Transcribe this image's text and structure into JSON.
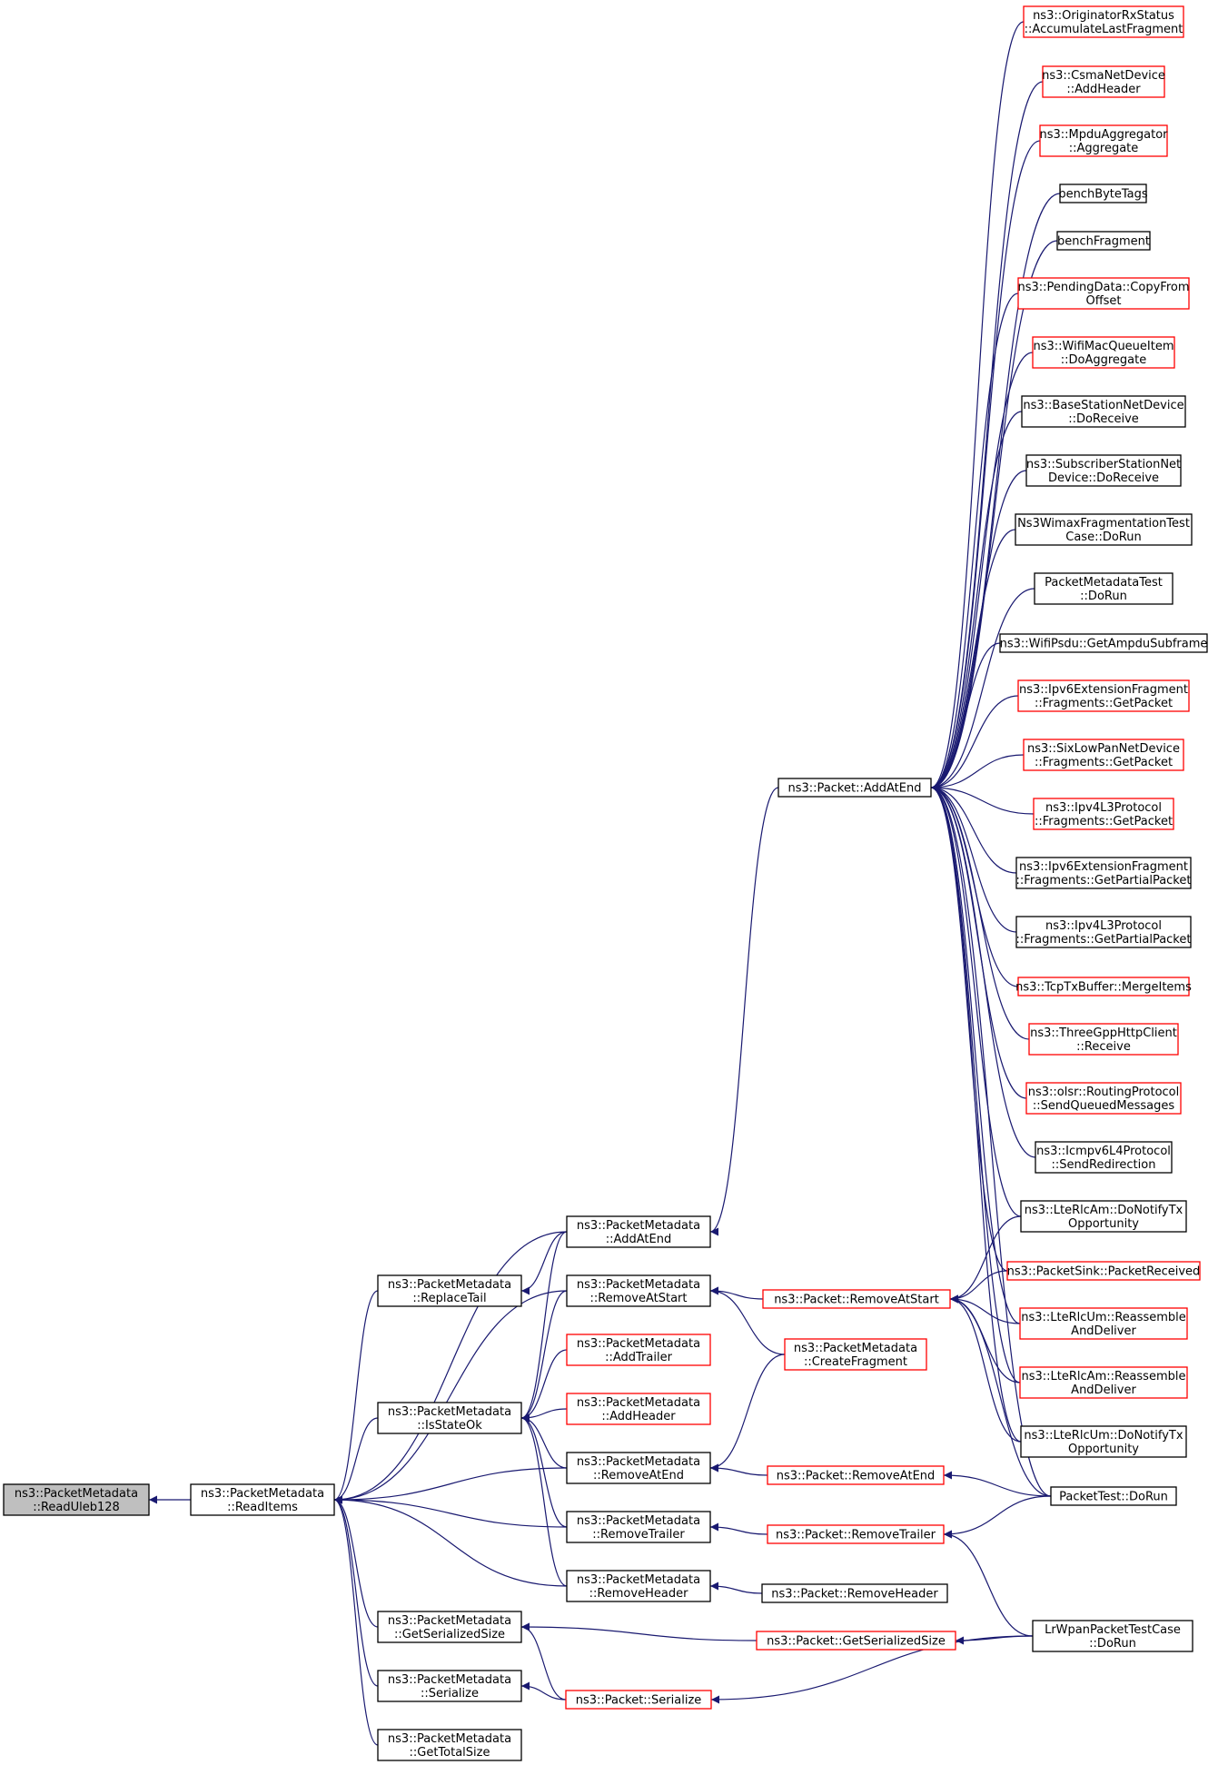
{
  "nodes": [
    {
      "id": "root",
      "lines": [
        "ns3::PacketMetadata",
        "::ReadUleb128"
      ],
      "style": "root"
    },
    {
      "id": "readItems",
      "lines": [
        "ns3::PacketMetadata",
        "::ReadItems"
      ],
      "style": "black"
    },
    {
      "id": "replaceTail",
      "lines": [
        "ns3::PacketMetadata",
        "::ReplaceTail"
      ],
      "style": "black"
    },
    {
      "id": "isStateOk",
      "lines": [
        "ns3::PacketMetadata",
        "::IsStateOk"
      ],
      "style": "black"
    },
    {
      "id": "getSerializedSize",
      "lines": [
        "ns3::PacketMetadata",
        "::GetSerializedSize"
      ],
      "style": "black"
    },
    {
      "id": "serialize",
      "lines": [
        "ns3::PacketMetadata",
        "::Serialize"
      ],
      "style": "black"
    },
    {
      "id": "getTotalSize",
      "lines": [
        "ns3::PacketMetadata",
        "::GetTotalSize"
      ],
      "style": "black"
    },
    {
      "id": "pmAddAtEnd",
      "lines": [
        "ns3::PacketMetadata",
        "::AddAtEnd"
      ],
      "style": "black"
    },
    {
      "id": "pmRemoveAtStart",
      "lines": [
        "ns3::PacketMetadata",
        "::RemoveAtStart"
      ],
      "style": "black"
    },
    {
      "id": "pmAddTrailer",
      "lines": [
        "ns3::PacketMetadata",
        "::AddTrailer"
      ],
      "style": "red"
    },
    {
      "id": "pmAddHeader",
      "lines": [
        "ns3::PacketMetadata",
        "::AddHeader"
      ],
      "style": "red"
    },
    {
      "id": "pmRemoveAtEnd",
      "lines": [
        "ns3::PacketMetadata",
        "::RemoveAtEnd"
      ],
      "style": "black"
    },
    {
      "id": "pmRemoveTrailer",
      "lines": [
        "ns3::PacketMetadata",
        "::RemoveTrailer"
      ],
      "style": "black"
    },
    {
      "id": "pmRemoveHeader",
      "lines": [
        "ns3::PacketMetadata",
        "::RemoveHeader"
      ],
      "style": "black"
    },
    {
      "id": "pAddAtEnd",
      "lines": [
        "ns3::Packet::AddAtEnd"
      ],
      "style": "black"
    },
    {
      "id": "pRemoveAtStart",
      "lines": [
        "ns3::Packet::RemoveAtStart"
      ],
      "style": "red"
    },
    {
      "id": "pmCreateFragment",
      "lines": [
        "ns3::PacketMetadata",
        "::CreateFragment"
      ],
      "style": "red"
    },
    {
      "id": "pRemoveAtEnd",
      "lines": [
        "ns3::Packet::RemoveAtEnd"
      ],
      "style": "red"
    },
    {
      "id": "pRemoveTrailer",
      "lines": [
        "ns3::Packet::RemoveTrailer"
      ],
      "style": "red"
    },
    {
      "id": "pRemoveHeader",
      "lines": [
        "ns3::Packet::RemoveHeader"
      ],
      "style": "black"
    },
    {
      "id": "pGetSerializedSize",
      "lines": [
        "ns3::Packet::GetSerializedSize"
      ],
      "style": "red"
    },
    {
      "id": "pSerialize",
      "lines": [
        "ns3::Packet::Serialize"
      ],
      "style": "red"
    },
    {
      "id": "c1",
      "lines": [
        "ns3::OriginatorRxStatus",
        "::AccumulateLastFragment"
      ],
      "style": "red"
    },
    {
      "id": "c2",
      "lines": [
        "ns3::CsmaNetDevice",
        "::AddHeader"
      ],
      "style": "red"
    },
    {
      "id": "c3",
      "lines": [
        "ns3::MpduAggregator",
        "::Aggregate"
      ],
      "style": "red"
    },
    {
      "id": "c4",
      "lines": [
        "benchByteTags"
      ],
      "style": "black"
    },
    {
      "id": "c5",
      "lines": [
        "benchFragment"
      ],
      "style": "black"
    },
    {
      "id": "c6",
      "lines": [
        "ns3::PendingData::CopyFrom",
        "Offset"
      ],
      "style": "red"
    },
    {
      "id": "c7",
      "lines": [
        "ns3::WifiMacQueueItem",
        "::DoAggregate"
      ],
      "style": "red"
    },
    {
      "id": "c8",
      "lines": [
        "ns3::BaseStationNetDevice",
        "::DoReceive"
      ],
      "style": "black"
    },
    {
      "id": "c9",
      "lines": [
        "ns3::SubscriberStationNet",
        "Device::DoReceive"
      ],
      "style": "black"
    },
    {
      "id": "c10",
      "lines": [
        "Ns3WimaxFragmentationTest",
        "Case::DoRun"
      ],
      "style": "black"
    },
    {
      "id": "c11",
      "lines": [
        "PacketMetadataTest",
        "::DoRun"
      ],
      "style": "black"
    },
    {
      "id": "c12",
      "lines": [
        "ns3::WifiPsdu::GetAmpduSubframe"
      ],
      "style": "black"
    },
    {
      "id": "c13",
      "lines": [
        "ns3::Ipv6ExtensionFragment",
        "::Fragments::GetPacket"
      ],
      "style": "red"
    },
    {
      "id": "c14",
      "lines": [
        "ns3::SixLowPanNetDevice",
        "::Fragments::GetPacket"
      ],
      "style": "red"
    },
    {
      "id": "c15",
      "lines": [
        "ns3::Ipv4L3Protocol",
        "::Fragments::GetPacket"
      ],
      "style": "red"
    },
    {
      "id": "c16",
      "lines": [
        "ns3::Ipv6ExtensionFragment",
        "::Fragments::GetPartialPacket"
      ],
      "style": "black"
    },
    {
      "id": "c17",
      "lines": [
        "ns3::Ipv4L3Protocol",
        "::Fragments::GetPartialPacket"
      ],
      "style": "black"
    },
    {
      "id": "c18",
      "lines": [
        "ns3::TcpTxBuffer::MergeItems"
      ],
      "style": "red"
    },
    {
      "id": "c19",
      "lines": [
        "ns3::ThreeGppHttpClient",
        "::Receive"
      ],
      "style": "red"
    },
    {
      "id": "c20",
      "lines": [
        "ns3::olsr::RoutingProtocol",
        "::SendQueuedMessages"
      ],
      "style": "red"
    },
    {
      "id": "c21",
      "lines": [
        "ns3::Icmpv6L4Protocol",
        "::SendRedirection"
      ],
      "style": "black"
    },
    {
      "id": "c22",
      "lines": [
        "ns3::LteRlcAm::DoNotifyTx",
        "Opportunity"
      ],
      "style": "black"
    },
    {
      "id": "c23",
      "lines": [
        "ns3::PacketSink::PacketReceived"
      ],
      "style": "red"
    },
    {
      "id": "c24",
      "lines": [
        "ns3::LteRlcUm::Reassemble",
        "AndDeliver"
      ],
      "style": "red"
    },
    {
      "id": "c25",
      "lines": [
        "ns3::LteRlcAm::Reassemble",
        "AndDeliver"
      ],
      "style": "red"
    },
    {
      "id": "c26",
      "lines": [
        "ns3::LteRlcUm::DoNotifyTx",
        "Opportunity"
      ],
      "style": "black"
    },
    {
      "id": "packetTest",
      "lines": [
        "PacketTest::DoRun"
      ],
      "style": "black"
    },
    {
      "id": "lrwpan",
      "lines": [
        "LrWpanPacketTestCase",
        "::DoRun"
      ],
      "style": "black"
    }
  ],
  "edges": [
    [
      "readItems",
      "root"
    ],
    [
      "replaceTail",
      "readItems"
    ],
    [
      "isStateOk",
      "readItems"
    ],
    [
      "getSerializedSize",
      "readItems"
    ],
    [
      "serialize",
      "readItems"
    ],
    [
      "getTotalSize",
      "readItems"
    ],
    [
      "pmAddAtEnd",
      "readItems"
    ],
    [
      "pmRemoveAtStart",
      "readItems"
    ],
    [
      "pmRemoveAtEnd",
      "readItems"
    ],
    [
      "pmRemoveTrailer",
      "readItems"
    ],
    [
      "pmRemoveHeader",
      "readItems"
    ],
    [
      "pmAddAtEnd",
      "replaceTail"
    ],
    [
      "pmAddAtEnd",
      "isStateOk"
    ],
    [
      "pmRemoveAtStart",
      "isStateOk"
    ],
    [
      "pmAddTrailer",
      "isStateOk"
    ],
    [
      "pmAddHeader",
      "isStateOk"
    ],
    [
      "pmRemoveAtEnd",
      "isStateOk"
    ],
    [
      "pmRemoveTrailer",
      "isStateOk"
    ],
    [
      "pmRemoveHeader",
      "isStateOk"
    ],
    [
      "pAddAtEnd",
      "pmAddAtEnd"
    ],
    [
      "pRemoveAtStart",
      "pmRemoveAtStart"
    ],
    [
      "pmCreateFragment",
      "pmRemoveAtStart"
    ],
    [
      "pmCreateFragment",
      "pmRemoveAtEnd"
    ],
    [
      "pRemoveAtEnd",
      "pmRemoveAtEnd"
    ],
    [
      "pRemoveTrailer",
      "pmRemoveTrailer"
    ],
    [
      "pRemoveHeader",
      "pmRemoveHeader"
    ],
    [
      "pGetSerializedSize",
      "getSerializedSize"
    ],
    [
      "pSerialize",
      "getSerializedSize"
    ],
    [
      "pSerialize",
      "serialize"
    ],
    [
      "c1",
      "pAddAtEnd"
    ],
    [
      "c2",
      "pAddAtEnd"
    ],
    [
      "c3",
      "pAddAtEnd"
    ],
    [
      "c4",
      "pAddAtEnd"
    ],
    [
      "c5",
      "pAddAtEnd"
    ],
    [
      "c6",
      "pAddAtEnd"
    ],
    [
      "c7",
      "pAddAtEnd"
    ],
    [
      "c8",
      "pAddAtEnd"
    ],
    [
      "c9",
      "pAddAtEnd"
    ],
    [
      "c10",
      "pAddAtEnd"
    ],
    [
      "c11",
      "pAddAtEnd"
    ],
    [
      "c12",
      "pAddAtEnd"
    ],
    [
      "c13",
      "pAddAtEnd"
    ],
    [
      "c14",
      "pAddAtEnd"
    ],
    [
      "c15",
      "pAddAtEnd"
    ],
    [
      "c16",
      "pAddAtEnd"
    ],
    [
      "c17",
      "pAddAtEnd"
    ],
    [
      "c18",
      "pAddAtEnd"
    ],
    [
      "c19",
      "pAddAtEnd"
    ],
    [
      "c20",
      "pAddAtEnd"
    ],
    [
      "c21",
      "pAddAtEnd"
    ],
    [
      "c22",
      "pAddAtEnd"
    ],
    [
      "c23",
      "pAddAtEnd"
    ],
    [
      "c24",
      "pAddAtEnd"
    ],
    [
      "c25",
      "pAddAtEnd"
    ],
    [
      "c26",
      "pAddAtEnd"
    ],
    [
      "packetTest",
      "pAddAtEnd"
    ],
    [
      "c22",
      "pRemoveAtStart"
    ],
    [
      "c23",
      "pRemoveAtStart"
    ],
    [
      "c24",
      "pRemoveAtStart"
    ],
    [
      "c25",
      "pRemoveAtStart"
    ],
    [
      "c26",
      "pRemoveAtStart"
    ],
    [
      "packetTest",
      "pRemoveAtStart"
    ],
    [
      "packetTest",
      "pRemoveAtEnd"
    ],
    [
      "packetTest",
      "pRemoveTrailer"
    ],
    [
      "lrwpan",
      "pRemoveTrailer"
    ],
    [
      "lrwpan",
      "pGetSerializedSize"
    ],
    [
      "lrwpan",
      "pSerialize"
    ]
  ]
}
